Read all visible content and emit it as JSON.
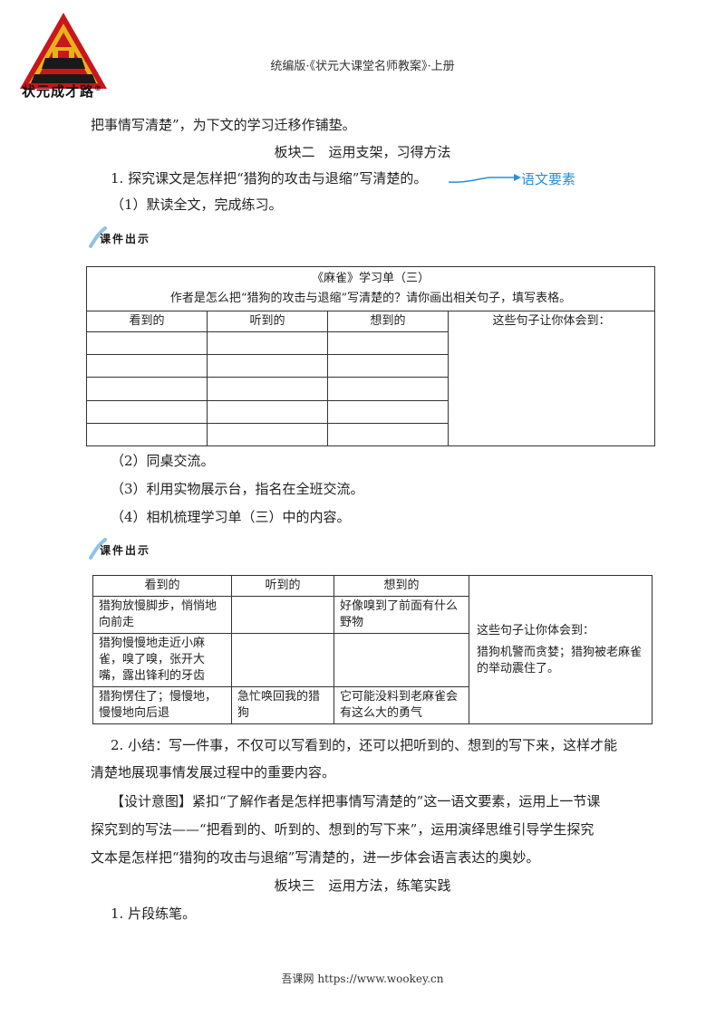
{
  "header": {
    "logo_text": "状元成才路",
    "logo_mark": "®",
    "title": "统编版·《状元大课堂名师教案》·上册"
  },
  "lines": {
    "l1": "把事情写清楚”，为下文的学习迁移作铺垫。",
    "section2_title": "板块二　运用支架，习得方法",
    "item1": "1. 探究课文是怎样把“猎狗的攻击与退缩”写清楚的。",
    "goal_label": "语文要素",
    "sub1": "（1）默读全文，完成练习。",
    "sub2": "（2）同桌交流。",
    "sub3": "（3）利用实物展示台，指名在全班交流。",
    "sub4": "（4）相机梳理学习单（三）中的内容。",
    "summary_a": "2. 小结：写一件事，不仅可以写看到的，还可以把听到的、想到的写下来，这样才能",
    "summary_b": "清楚地展现事情发展过程中的重要内容。",
    "design_a": "【设计意图】紧扣“了解作者是怎样把事情写清楚的”这一语文要素，运用上一节课",
    "design_b": "探究到的写法——“把看到的、听到的、想到的写下来”，运用演绎思维引导学生探究",
    "design_c": "文本是怎样把“猎狗的攻击与退缩”写清楚的，进一步体会语言表达的奥妙。",
    "section3_title": "板块三　运用方法，练笔实践",
    "item_practice": "1. 片段练笔。"
  },
  "badge_label": "课件出示",
  "table1": {
    "title": "《麻雀》学习单（三）",
    "instruction": "作者是怎么把“猎狗的攻击与退缩”写清楚的？请你画出相关句子，填写表格。",
    "headers": [
      "看到的",
      "听到的",
      "想到的",
      "这些句子让你体会到："
    ]
  },
  "table2": {
    "headers": [
      "看到的",
      "听到的",
      "想到的"
    ],
    "rows": [
      [
        "猎狗放慢脚步，悄悄地向前走",
        "",
        "好像嗅到了前面有什么野物"
      ],
      [
        "猎狗慢慢地走近小麻雀，嗅了嗅，张开大嘴，露出锋利的牙齿",
        "",
        ""
      ],
      [
        "猎狗愣住了；慢慢地，慢慢地向后退",
        "急忙唤回我的猎狗",
        "它可能没料到老麻雀会有这么大的勇气"
      ]
    ],
    "side_title": "这些句子让你体会到：",
    "side_body": "猎狗机警而贪婪；猎狗被老麻雀的举动震住了。"
  },
  "footer": "吾课网 https://www.wookey.cn",
  "colors": {
    "accent": "#2a8fd6",
    "logo_red": "#c8161d",
    "logo_gold": "#e7b21a"
  }
}
